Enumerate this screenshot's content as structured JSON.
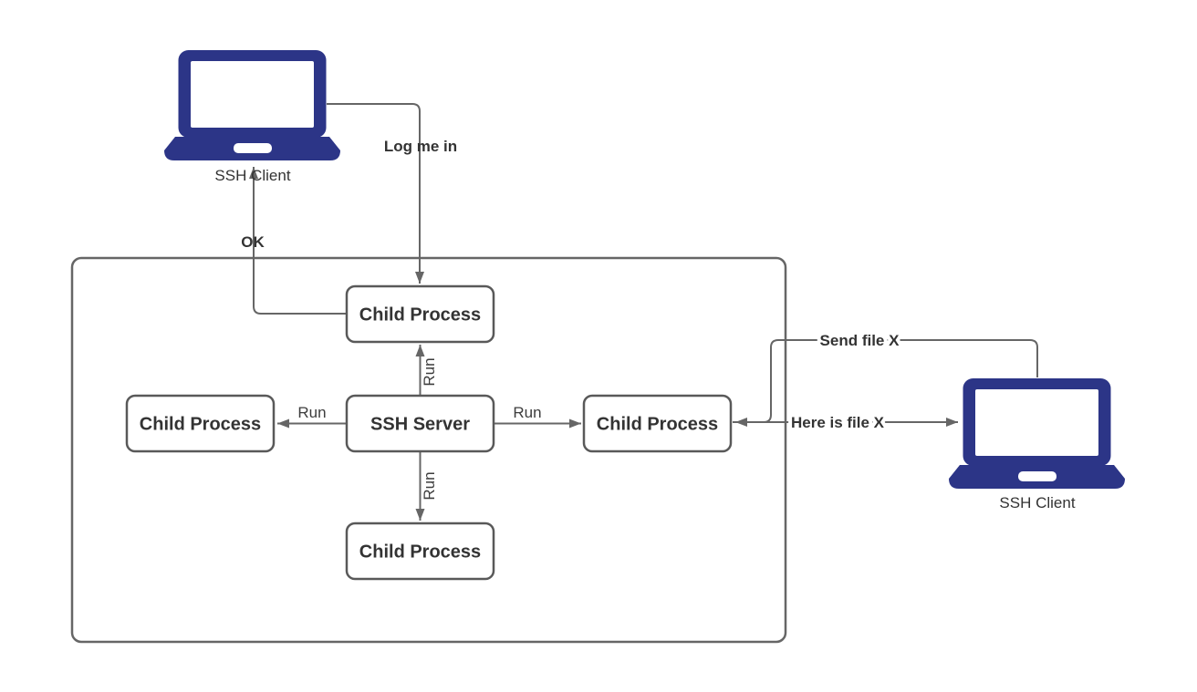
{
  "diagram": {
    "colors": {
      "laptop_fill": "#2c3587",
      "line": "#666666",
      "box_border": "#595959",
      "text": "#333333"
    },
    "nodes": {
      "ssh_server": {
        "label": "SSH Server"
      },
      "child_top": {
        "label": "Child Process"
      },
      "child_left": {
        "label": "Child Process"
      },
      "child_right": {
        "label": "Child Process"
      },
      "child_bottom": {
        "label": "Child Process"
      },
      "client_left": {
        "label": "SSH Client"
      },
      "client_right": {
        "label": "SSH Client"
      }
    },
    "edges": {
      "log_me_in": {
        "label": "Log me in"
      },
      "ok": {
        "label": "OK"
      },
      "run_top": {
        "label": "Run"
      },
      "run_bottom": {
        "label": "Run"
      },
      "run_left": {
        "label": "Run"
      },
      "run_right": {
        "label": "Run"
      },
      "send_file": {
        "label": "Send file X"
      },
      "here_is_file": {
        "label": "Here is file X"
      }
    }
  }
}
